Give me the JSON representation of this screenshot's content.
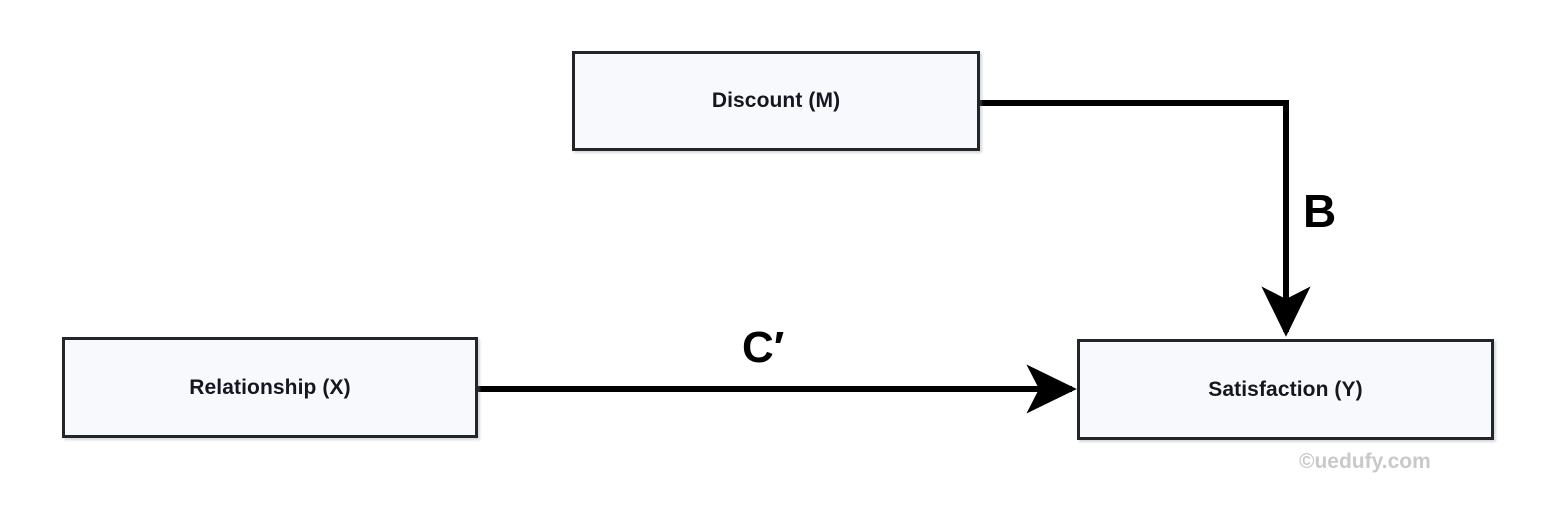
{
  "diagram": {
    "type": "moderation-path-model",
    "background_color": "#ffffff",
    "node_fill_color": "#f7f9fd",
    "node_border_color": "#22262b",
    "edge_color": "#000000",
    "nodes": [
      {
        "id": "discount",
        "label": "Discount (M)",
        "role": "moderator"
      },
      {
        "id": "relationship",
        "label": "Relationship (X)",
        "role": "independent-variable"
      },
      {
        "id": "satisfaction",
        "label": "Satisfaction (Y)",
        "role": "dependent-variable"
      }
    ],
    "edges": [
      {
        "id": "b-path",
        "label": "B",
        "from": "discount",
        "to": "satisfaction",
        "style": "elbow",
        "arrow": "down"
      },
      {
        "id": "c-prime-path",
        "label": "C′",
        "from": "relationship",
        "to": "satisfaction",
        "style": "straight",
        "arrow": "right"
      }
    ]
  },
  "watermark": {
    "text": "©uedufy.com",
    "color": "#c9c9c9"
  }
}
